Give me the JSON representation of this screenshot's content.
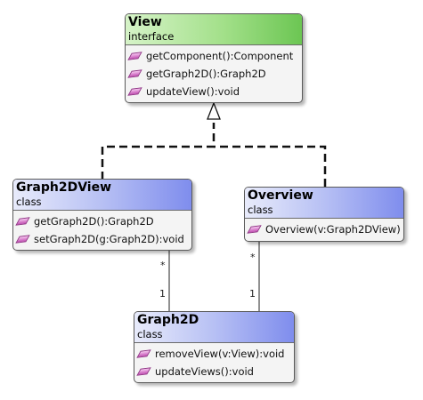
{
  "classes": {
    "view": {
      "name": "View",
      "stereotype": "interface",
      "operations": [
        "getComponent():Component",
        "getGraph2D():Graph2D",
        "updateView():void"
      ]
    },
    "graph2dview": {
      "name": "Graph2DView",
      "stereotype": "class",
      "operations": [
        "getGraph2D():Graph2D",
        "setGraph2D(g:Graph2D):void"
      ]
    },
    "overview": {
      "name": "Overview",
      "stereotype": "class",
      "operations": [
        "Overview(v:Graph2DView)"
      ]
    },
    "graph2d": {
      "name": "Graph2D",
      "stereotype": "class",
      "operations": [
        "removeView(v:View):void",
        "updateViews():void"
      ]
    }
  },
  "associations": {
    "graph2dview_graph2d": {
      "source_multiplicity": "*",
      "target_multiplicity": "1"
    },
    "overview_graph2d": {
      "source_multiplicity": "*",
      "target_multiplicity": "1"
    }
  },
  "colors": {
    "interface_header": "#8fd674",
    "class_header": "#9aa6f1",
    "body": "#f4f4f4",
    "border": "#5a5a5a"
  },
  "icons": {
    "operation": "method-icon"
  }
}
